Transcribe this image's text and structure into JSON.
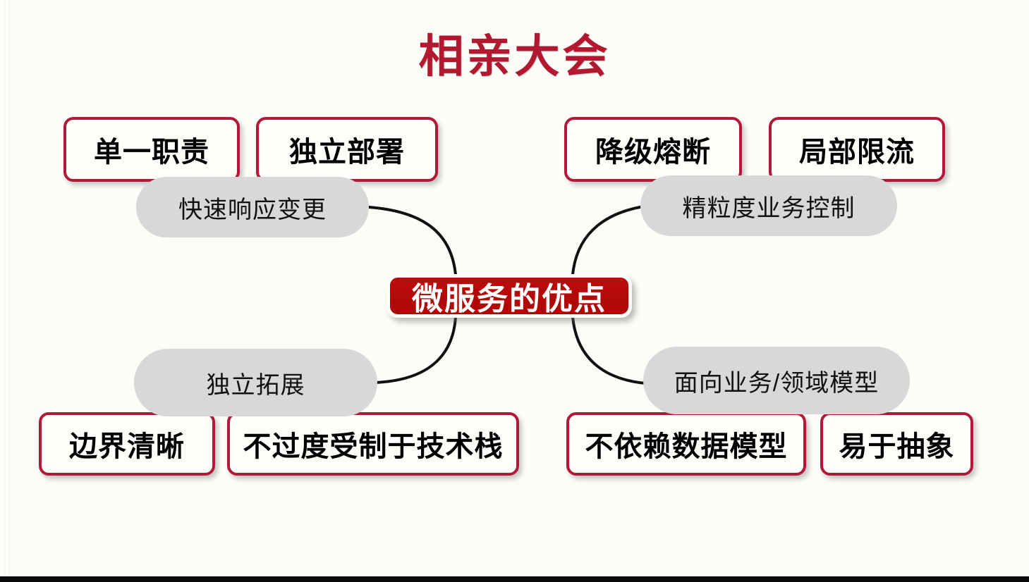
{
  "slide": {
    "title": "相亲大会",
    "background_color": "#fcfcf8",
    "accent_color": "#b01a38",
    "title_color": "#b2182f",
    "center_color": "#b40a0a",
    "pill_color": "#d8d8d8"
  },
  "center": {
    "label": "微服务的优点"
  },
  "boxes": [
    {
      "label": "单一职责",
      "corner": "top-left"
    },
    {
      "label": "独立部署",
      "corner": "top-left"
    },
    {
      "label": "降级熔断",
      "corner": "top-right"
    },
    {
      "label": "局部限流",
      "corner": "top-right"
    },
    {
      "label": "边界清晰",
      "corner": "bottom-left"
    },
    {
      "label": "不过度受制于技术栈",
      "corner": "bottom-left"
    },
    {
      "label": "不依赖数据模型",
      "corner": "bottom-right"
    },
    {
      "label": "易于抽象",
      "corner": "bottom-right"
    }
  ],
  "pills": [
    {
      "label": "快速响应变更",
      "corner": "top-left"
    },
    {
      "label": "精粒度业务控制",
      "corner": "top-right"
    },
    {
      "label": "独立拓展",
      "corner": "bottom-left"
    },
    {
      "label": "面向业务/领域模型",
      "corner": "bottom-right"
    }
  ]
}
